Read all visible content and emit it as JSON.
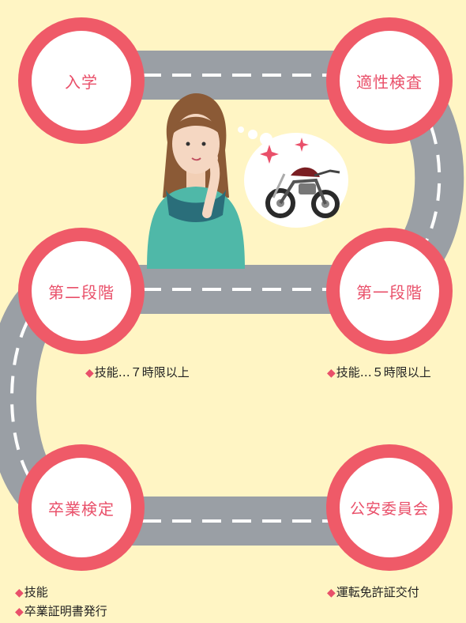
{
  "colors": {
    "background": "#fff5c4",
    "road": "#9a9fa5",
    "road_line": "#ffffff",
    "node_ring": "#ef5a68",
    "node_text": "#e9506a",
    "diamond": "#e9506a"
  },
  "steps": [
    {
      "label": "入学"
    },
    {
      "label": "適性検査"
    },
    {
      "label": "第一段階",
      "notes": [
        "技能…５時限以上"
      ]
    },
    {
      "label": "第二段階",
      "notes": [
        "技能…７時限以上"
      ]
    },
    {
      "label": "卒業検定",
      "notes": [
        "技能",
        "卒業証明書発行"
      ]
    },
    {
      "label": "公安委員会",
      "notes": [
        "運転免許証交付"
      ]
    }
  ],
  "bullet_symbol": "◆",
  "illustration": {
    "figure": "woman-thinking-illustration",
    "bubble": "thought-bubble-motorcycle",
    "bubble_icon": "motorcycle-icon",
    "sparkle_icon": "sparkle-icon"
  }
}
